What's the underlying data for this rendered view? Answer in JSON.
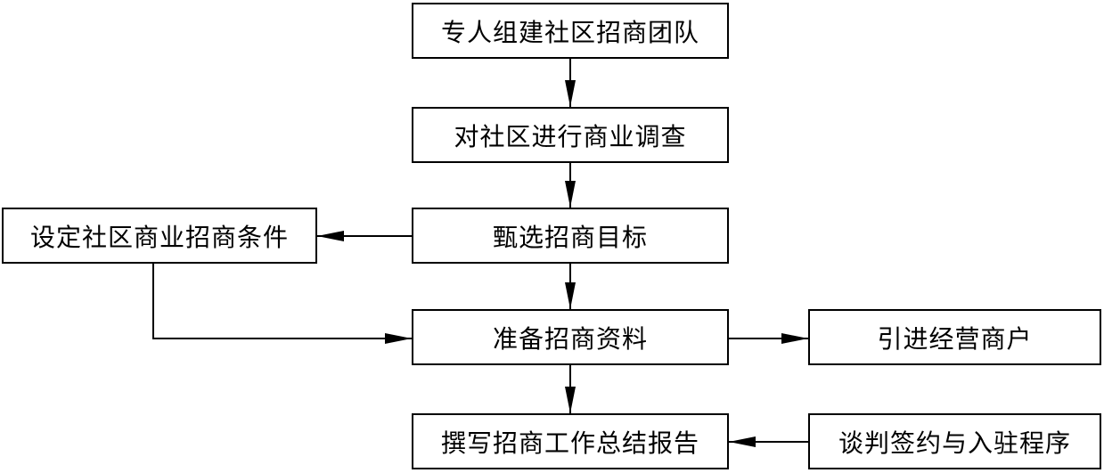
{
  "nodes": {
    "form_team": "专人组建社区招商团队",
    "survey": "对社区进行商业调查",
    "screen_targets": "甄选招商目标",
    "prepare_materials": "准备招商资料",
    "write_report": "撰写招商工作总结报告",
    "set_conditions": "设定社区商业招商条件",
    "introduce_merchants": "引进经营商户",
    "negotiate_sign": "谈判签约与入驻程序"
  }
}
